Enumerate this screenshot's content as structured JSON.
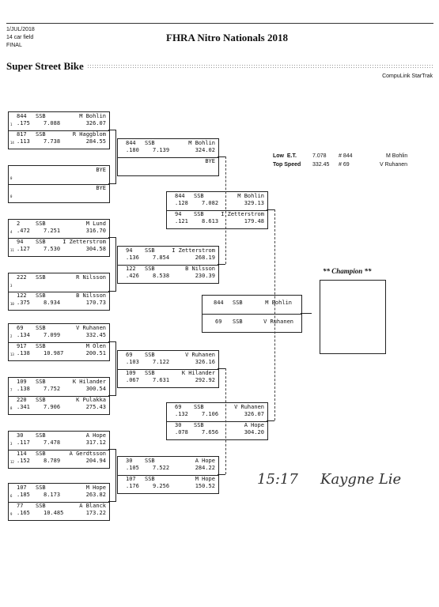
{
  "header": {
    "date": "1/JUL/2018",
    "field": "14 car field",
    "status": "FINAL",
    "title": "FHRA Nitro Nationals 2018",
    "class": "Super Street Bike",
    "system": "CompuLink StarTrak"
  },
  "records": {
    "low_et": {
      "label": "Low  E.T.",
      "value": "7.078",
      "num": "# 844",
      "name": "M Bohlin"
    },
    "top_speed": {
      "label": "Top Speed",
      "value": "332.45",
      "num": "# 69",
      "name": "V Ruhanen"
    }
  },
  "round1": [
    {
      "top": {
        "num": "844",
        "cls": "SSB",
        "name": "M Bohlin",
        "lane": "1",
        "rt": ".175",
        "et": "7.088",
        "mph": "326.07"
      },
      "bot": {
        "num": "817",
        "cls": "SSB",
        "name": "R Haggblom",
        "lane": "14",
        "rt": ".113",
        "et": "7.738",
        "mph": "284.55"
      }
    },
    {
      "top": {
        "num": "",
        "cls": "",
        "name": "BYE",
        "lane": "0",
        "rt": "",
        "et": "",
        "mph": ""
      },
      "bot": {
        "num": "",
        "cls": "",
        "name": "BYE",
        "lane": "0",
        "rt": "",
        "et": "",
        "mph": ""
      }
    },
    {
      "top": {
        "num": "2",
        "cls": "SSB",
        "name": "M Lund",
        "lane": "4",
        "rt": ".472",
        "et": "7.251",
        "mph": "316.70"
      },
      "bot": {
        "num": "94",
        "cls": "SSB",
        "name": "I Zetterstrom",
        "lane": "11",
        "rt": ".127",
        "et": "7.530",
        "mph": "304.58"
      }
    },
    {
      "top": {
        "num": "222",
        "cls": "SSB",
        "name": "R Nilsson",
        "lane": "3",
        "rt": "",
        "et": "",
        "mph": ""
      },
      "bot": {
        "num": "122",
        "cls": "SSB",
        "name": "B Nilsson",
        "lane": "10",
        "rt": ".375",
        "et": "8.934",
        "mph": "170.73"
      }
    },
    {
      "top": {
        "num": "69",
        "cls": "SSB",
        "name": "V Ruhanen",
        "lane": "2",
        "rt": ".134",
        "et": "7.099",
        "mph": "332.45"
      },
      "bot": {
        "num": "917",
        "cls": "SSB",
        "name": "M Olen",
        "lane": "13",
        "rt": ".138",
        "et": "10.987",
        "mph": "200.51"
      }
    },
    {
      "top": {
        "num": "109",
        "cls": "SSB",
        "name": "K Hilander",
        "lane": "7",
        "rt": ".138",
        "et": "7.752",
        "mph": "300.54"
      },
      "bot": {
        "num": "220",
        "cls": "SSB",
        "name": "K Pulakka",
        "lane": "8",
        "rt": ".341",
        "et": "7.906",
        "mph": "275.43"
      }
    },
    {
      "top": {
        "num": "30",
        "cls": "SSB",
        "name": "A Hope",
        "lane": "3",
        "rt": ".117",
        "et": "7.478",
        "mph": "317.12"
      },
      "bot": {
        "num": "114",
        "cls": "SSB",
        "name": "A Gerdtsson",
        "lane": "12",
        "rt": ".152",
        "et": "8.789",
        "mph": "204.94"
      }
    },
    {
      "top": {
        "num": "107",
        "cls": "SSB",
        "name": "M Hope",
        "lane": "6",
        "rt": ".185",
        "et": "8.173",
        "mph": "263.82"
      },
      "bot": {
        "num": "77",
        "cls": "SSB",
        "name": "A Blanck",
        "lane": "9",
        "rt": ".165",
        "et": "10.485",
        "mph": "173.22"
      }
    }
  ],
  "round2": [
    {
      "top": {
        "num": "844",
        "cls": "SSB",
        "name": "M Bohlin",
        "rt": ".180",
        "et": "7.139",
        "mph": "324.02"
      },
      "bot": {
        "num": "",
        "cls": "",
        "name": "BYE",
        "rt": "",
        "et": "",
        "mph": ""
      }
    },
    {
      "top": {
        "num": "94",
        "cls": "SSB",
        "name": "I Zetterstrom",
        "rt": ".136",
        "et": "7.854",
        "mph": "268.19"
      },
      "bot": {
        "num": "122",
        "cls": "SSB",
        "name": "B Nilsson",
        "rt": ".426",
        "et": "8.538",
        "mph": "230.39"
      }
    },
    {
      "top": {
        "num": "69",
        "cls": "SSB",
        "name": "V Ruhanen",
        "rt": ".103",
        "et": "7.122",
        "mph": "326.16"
      },
      "bot": {
        "num": "109",
        "cls": "SSB",
        "name": "K Hilander",
        "rt": ".067",
        "et": "7.631",
        "mph": "292.92"
      }
    },
    {
      "top": {
        "num": "30",
        "cls": "SSB",
        "name": "A Hope",
        "rt": ".105",
        "et": "7.522",
        "mph": "284.22"
      },
      "bot": {
        "num": "107",
        "cls": "SSB",
        "name": "M Hope",
        "rt": ".176",
        "et": "9.256",
        "mph": "150.52"
      }
    }
  ],
  "semis": [
    {
      "top": {
        "num": "844",
        "cls": "SSB",
        "name": "M Bohlin",
        "rt": ".128",
        "et": "7.082",
        "mph": "329.13"
      },
      "bot": {
        "num": "94",
        "cls": "SSB",
        "name": "I Zetterstrom",
        "rt": ".121",
        "et": "8.613",
        "mph": "179.48"
      }
    },
    {
      "top": {
        "num": "69",
        "cls": "SSB",
        "name": "V Ruhanen",
        "rt": ".132",
        "et": "7.106",
        "mph": "326.07"
      },
      "bot": {
        "num": "30",
        "cls": "SSB",
        "name": "A Hope",
        "rt": ".078",
        "et": "7.656",
        "mph": "304.20"
      }
    }
  ],
  "final": {
    "top": {
      "num": "844",
      "cls": "SSB",
      "name": "M Bohlin"
    },
    "bot": {
      "num": "69",
      "cls": "SSB",
      "name": "V Ruhanen"
    }
  },
  "champion_label": "** Champion **",
  "handwriting": {
    "time": "15:17",
    "signature": "Kaygne Lie"
  }
}
